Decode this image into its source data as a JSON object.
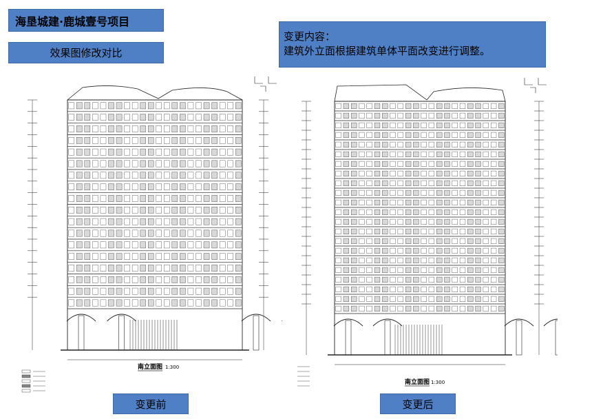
{
  "header": {
    "title": "海垦城建·鹿城壹号项目",
    "subtitle": "效果图修改对比"
  },
  "change_note": {
    "line1": "变更内容：",
    "line2": "建筑外立面根据建筑单体平面改变进行调整。"
  },
  "drawings": {
    "before": {
      "caption_title": "南立面图",
      "caption_scale": "1:300"
    },
    "after": {
      "caption_title": "南立面图",
      "caption_scale": "1:300"
    }
  },
  "labels": {
    "before": "变更前",
    "after": "变更后"
  },
  "colors": {
    "box_fill": "#4f7fc4",
    "line": "#222222"
  }
}
